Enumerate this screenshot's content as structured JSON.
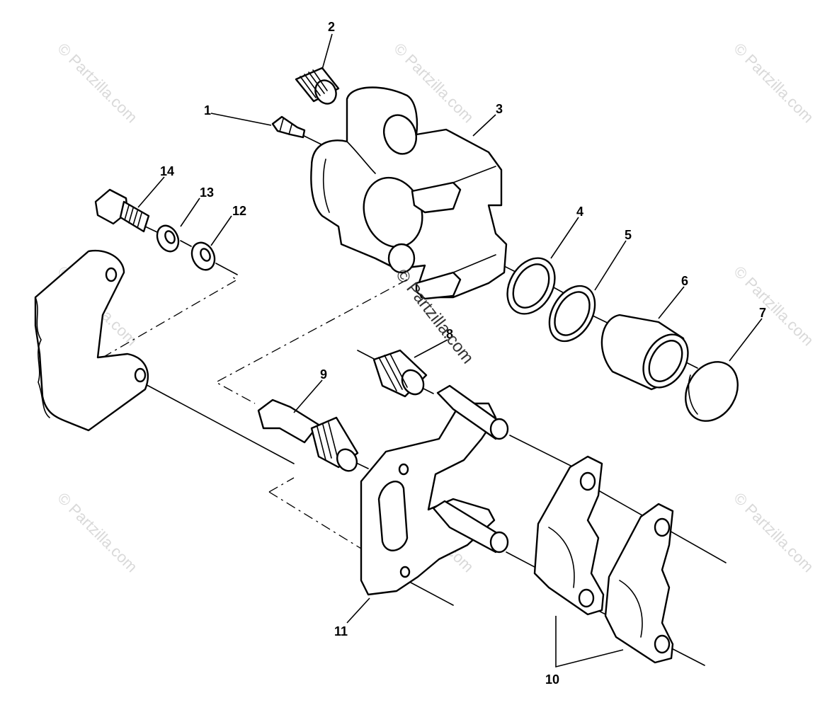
{
  "diagram": {
    "callouts": [
      {
        "id": "1",
        "label": "1"
      },
      {
        "id": "2",
        "label": "2"
      },
      {
        "id": "3",
        "label": "3"
      },
      {
        "id": "4",
        "label": "4"
      },
      {
        "id": "5",
        "label": "5"
      },
      {
        "id": "6",
        "label": "6"
      },
      {
        "id": "7",
        "label": "7"
      },
      {
        "id": "8",
        "label": "8"
      },
      {
        "id": "9",
        "label": "9"
      },
      {
        "id": "10",
        "label": "10"
      },
      {
        "id": "11",
        "label": "11"
      },
      {
        "id": "12",
        "label": "12"
      },
      {
        "id": "13",
        "label": "13"
      },
      {
        "id": "14",
        "label": "14"
      }
    ],
    "watermark": "© Partzilla.com",
    "watermark_center": "© Partzilla.com"
  },
  "colors": {
    "line": "#000000",
    "background": "#ffffff",
    "watermark": "#d9d9d9"
  }
}
